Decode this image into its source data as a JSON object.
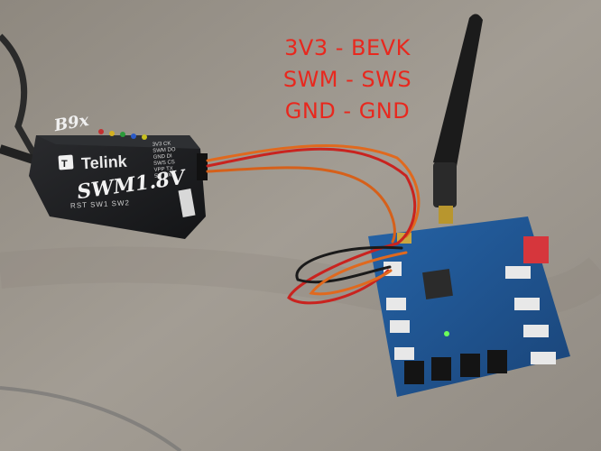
{
  "annotation": {
    "line1": "3V3 - BEVK",
    "line2": "SWM - SWS",
    "line3": "GND - GND"
  },
  "device": {
    "brand": "Telink",
    "handwritten_model": "SWM1.8V",
    "handwritten_tag": "B9x",
    "button_labels": "RST SW1 SW2",
    "pin_labels": "3V3 CK\nSWM DO\nGND DI\nSWS CS\nVPP TX\n5V  RX"
  },
  "colors": {
    "annotation_text": "#e8281e",
    "pcb": "#1f4f8c",
    "programmer_case": "#1b1c1e",
    "wire_orange": "#e0691e",
    "wire_red": "#c9231f",
    "wire_black": "#1a1a1a"
  }
}
